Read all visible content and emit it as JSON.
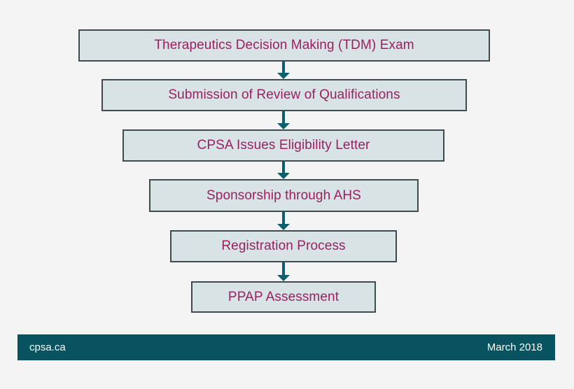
{
  "page": {
    "background_color": "#f4f4f4"
  },
  "diagram": {
    "type": "flowchart",
    "direction": "top-down",
    "box_fill_color": "#d7e3e5",
    "box_border_color": "#3f4b4e",
    "label_color": "#9b2062",
    "arrow_color": "#0e5f6d",
    "steps": [
      {
        "label": "Therapeutics Decision Making (TDM) Exam"
      },
      {
        "label": "Submission of Review of Qualifications"
      },
      {
        "label": "CPSA Issues Eligibility Letter"
      },
      {
        "label": "Sponsorship through AHS"
      },
      {
        "label": "Registration Process"
      },
      {
        "label": "PPAP Assessment"
      }
    ]
  },
  "footer": {
    "background_color": "#07535f",
    "text_color": "#ffffff",
    "site": "cpsa.ca",
    "date": "March 2018"
  }
}
